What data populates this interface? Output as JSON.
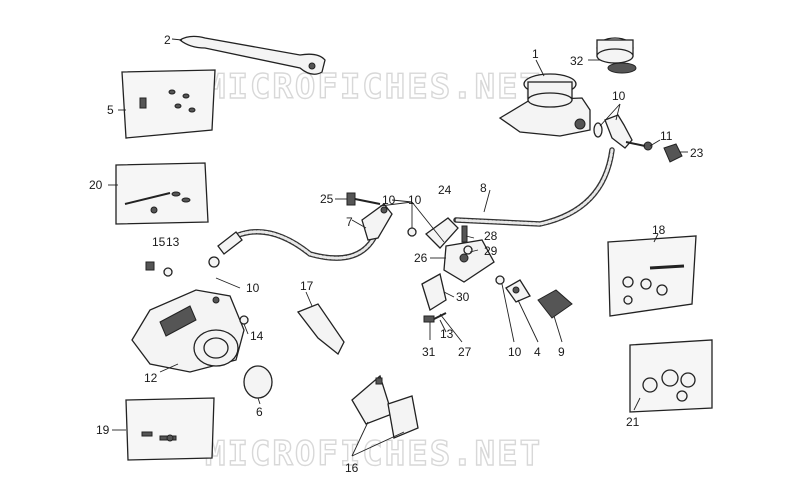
{
  "watermark": [
    "MICROFICHES.NET",
    "MICROFICHES.NET"
  ],
  "callouts": [
    "1",
    "2",
    "4",
    "5",
    "6",
    "7",
    "8",
    "9",
    "10",
    "10",
    "10",
    "10",
    "10",
    "11",
    "12",
    "13",
    "13",
    "14",
    "15",
    "16",
    "17",
    "18",
    "19",
    "20",
    "21",
    "23",
    "24",
    "25",
    "26",
    "27",
    "28",
    "29",
    "30",
    "31",
    "32"
  ]
}
